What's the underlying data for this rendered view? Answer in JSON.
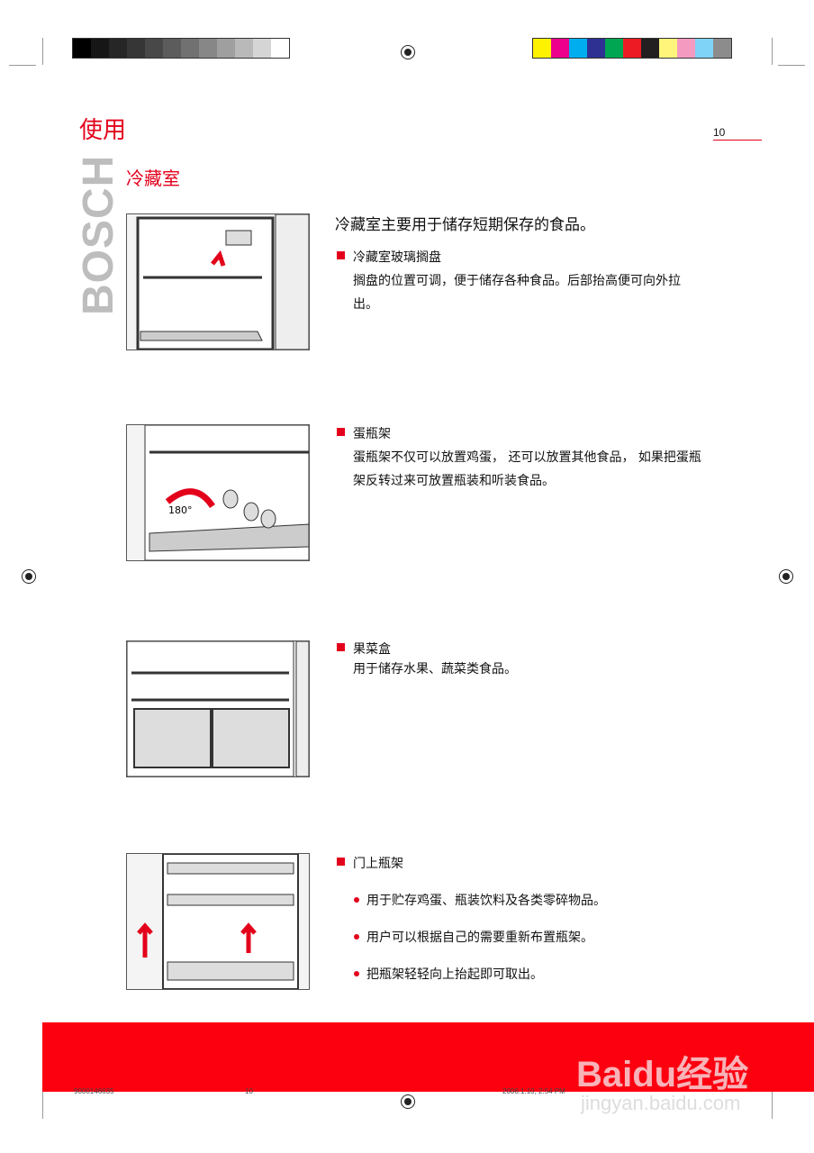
{
  "color_bar_left": [
    "#000000",
    "#161616",
    "#262626",
    "#363636",
    "#484848",
    "#5c5c5c",
    "#717171",
    "#878787",
    "#9f9f9f",
    "#b9b9b9",
    "#d5d5d5",
    "#ffffff"
  ],
  "color_bar_right": [
    "#fff200",
    "#ec008c",
    "#00aeef",
    "#2e3192",
    "#00a651",
    "#ed1c24",
    "#231f20",
    "#fff57a",
    "#f49ac1",
    "#7fd3f7",
    "#8c8c8c"
  ],
  "page": {
    "heading": "使用",
    "page_number": "10",
    "subheading": "冷藏室",
    "brand": "BOSCH"
  },
  "intro": "冷藏室主要用于储存短期保存的食品。",
  "sections": [
    {
      "title": "冷藏室玻璃搁盘",
      "body": "搁盘的位置可调，便于储存各种食品。后部抬高便可向外拉出。"
    },
    {
      "title": "蛋瓶架",
      "body": "蛋瓶架不仅可以放置鸡蛋， 还可以放置其他食品， 如果把蛋瓶架反转过来可放置瓶装和听装食品。",
      "figure_label": "180°"
    },
    {
      "title": "果菜盒",
      "body": "用于储存水果、蔬菜类食品。"
    },
    {
      "title": "门上瓶架",
      "bullets": [
        "用于贮存鸡蛋、瓶装饮料及各类零碎物品。",
        "用户可以根据自己的需要重新布置瓶架。",
        "把瓶架轻轻向上抬起即可取出。"
      ]
    }
  ],
  "footer": {
    "code": "9000146635",
    "page": "10",
    "timestamp": "2006.1.10, 2:54 PM"
  },
  "watermark": {
    "logo": "Baidu经验",
    "url": "jingyan.baidu.com"
  },
  "accent": "#e3001b"
}
